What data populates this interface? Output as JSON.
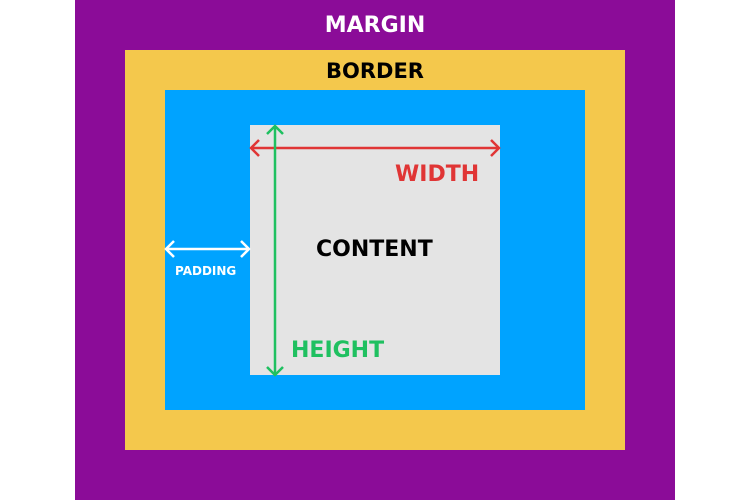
{
  "colors": {
    "margin": "#8b0c98",
    "border": "#f4c84c",
    "padding": "#00a3ff",
    "content": "#e4e4e4",
    "width": "#e03535",
    "height": "#1fc060",
    "padding_arrow": "#ffffff"
  },
  "labels": {
    "margin": "MARGIN",
    "border": "BORDER",
    "content": "CONTENT",
    "width": "WIDTH",
    "height": "HEIGHT",
    "padding": "PADDING"
  },
  "arrows": [
    {
      "name": "width-arrow",
      "direction": "horizontal"
    },
    {
      "name": "height-arrow",
      "direction": "vertical"
    },
    {
      "name": "padding-arrow",
      "direction": "horizontal"
    }
  ]
}
